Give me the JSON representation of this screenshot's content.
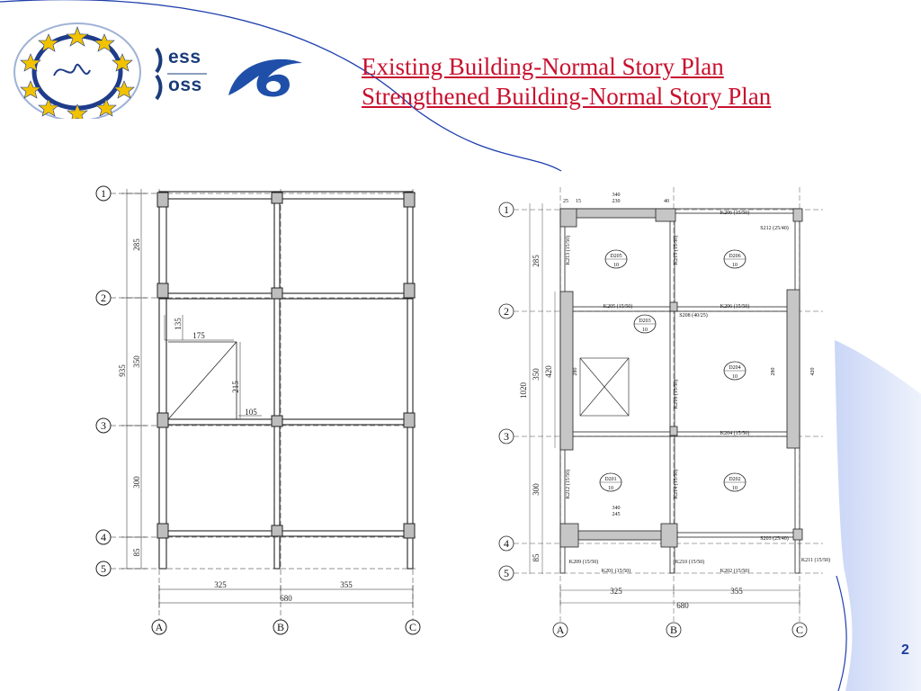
{
  "slide": {
    "title_line1": "Existing Building-Normal Story Plan",
    "title_line2": "Strengthened Building-Normal Story Plan",
    "page_number": "2",
    "logo_text_1": "ess",
    "logo_text_2": "oss",
    "accent_color": "#c8102e",
    "brand_color": "#1a3c7a"
  },
  "existing_plan": {
    "axes_rows": [
      "1",
      "2",
      "3",
      "4",
      "5"
    ],
    "axes_cols": [
      "A",
      "B",
      "C"
    ],
    "dims": {
      "d285": "285",
      "d350": "350",
      "d300": "300",
      "d85": "85",
      "d935": "935",
      "d135": "135",
      "d175": "175",
      "d215": "215",
      "d105": "105",
      "d325": "325",
      "d355": "355",
      "d680": "680"
    }
  },
  "strengthened_plan": {
    "axes_rows": [
      "1",
      "2",
      "3",
      "4",
      "5"
    ],
    "axes_cols": [
      "A",
      "B",
      "C"
    ],
    "dims": {
      "d285": "285",
      "d350": "350",
      "d300": "300",
      "d85": "85",
      "d1020": "1020",
      "d420a": "420",
      "d420b": "420",
      "d325": "325",
      "d355": "355",
      "d680": "680",
      "d340a": "340",
      "d230": "230",
      "d340b": "340",
      "d245": "245",
      "d280a": "280",
      "d280b": "280",
      "d25": "25",
      "d15": "15",
      "d40": "40"
    },
    "beams": {
      "k206a": "K206 (15/50)",
      "s212": "S212 (25/40)",
      "k205": "K205 (15/50)",
      "s208": "S208 (40/25)",
      "k206b": "K206 (15/50)",
      "k204": "K204 (15/50)",
      "k213": "K213 (15/50)",
      "k215": "K215 (15/50)",
      "k216": "K216 (15/50)",
      "k212": "K212 (15/50)",
      "k214": "K214 (15/50)",
      "s203": "S203 (25/40)",
      "k209": "K209 (15/50)",
      "k201": "K201 (15/50)",
      "k210": "K210 (15/50)",
      "k202": "K202 (15/50)",
      "k211": "K211 (15/50)"
    },
    "slabs": [
      {
        "id": "D205",
        "t": "10"
      },
      {
        "id": "D206",
        "t": "10"
      },
      {
        "id": "D203",
        "t": "10"
      },
      {
        "id": "D204",
        "t": "10"
      },
      {
        "id": "D201",
        "t": "10"
      },
      {
        "id": "D202",
        "t": "10"
      }
    ]
  }
}
